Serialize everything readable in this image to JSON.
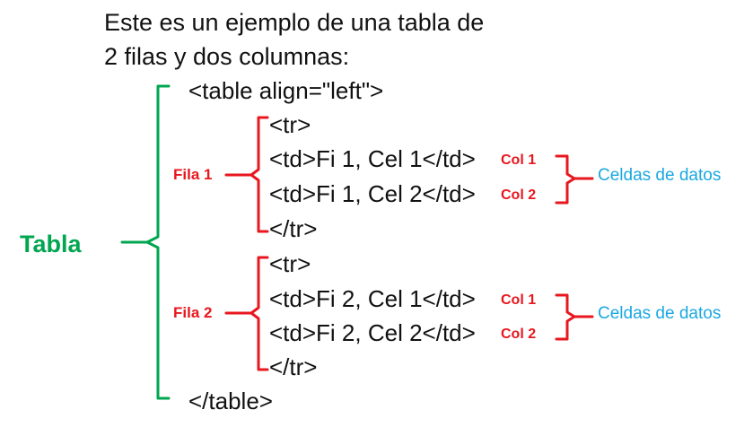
{
  "title": {
    "line1": "Este es un ejemplo de una tabla de",
    "line2": "2 filas y dos columnas:"
  },
  "code": {
    "table_open": "<table align=\"left\">",
    "table_close": "</table>",
    "rows": [
      {
        "tr_open": "<tr>",
        "cells": [
          "<td>Fi 1, Cel 1</td>",
          "<td>Fi 1, Cel 2</td>"
        ],
        "tr_close": "</tr>"
      },
      {
        "tr_open": "<tr>",
        "cells": [
          "<td>Fi 2, Cel 1</td>",
          "<td>Fi 2, Cel 2</td>"
        ],
        "tr_close": "</tr>"
      }
    ]
  },
  "labels": {
    "tabla": "Tabla",
    "fila1": "Fila 1",
    "fila2": "Fila 2",
    "col1": "Col 1",
    "col2": "Col 2",
    "celdas": "Celdas de datos"
  },
  "colors": {
    "green": "#00a650",
    "red": "#e8171f",
    "cyan": "#1aa8e0",
    "text": "#111111"
  }
}
